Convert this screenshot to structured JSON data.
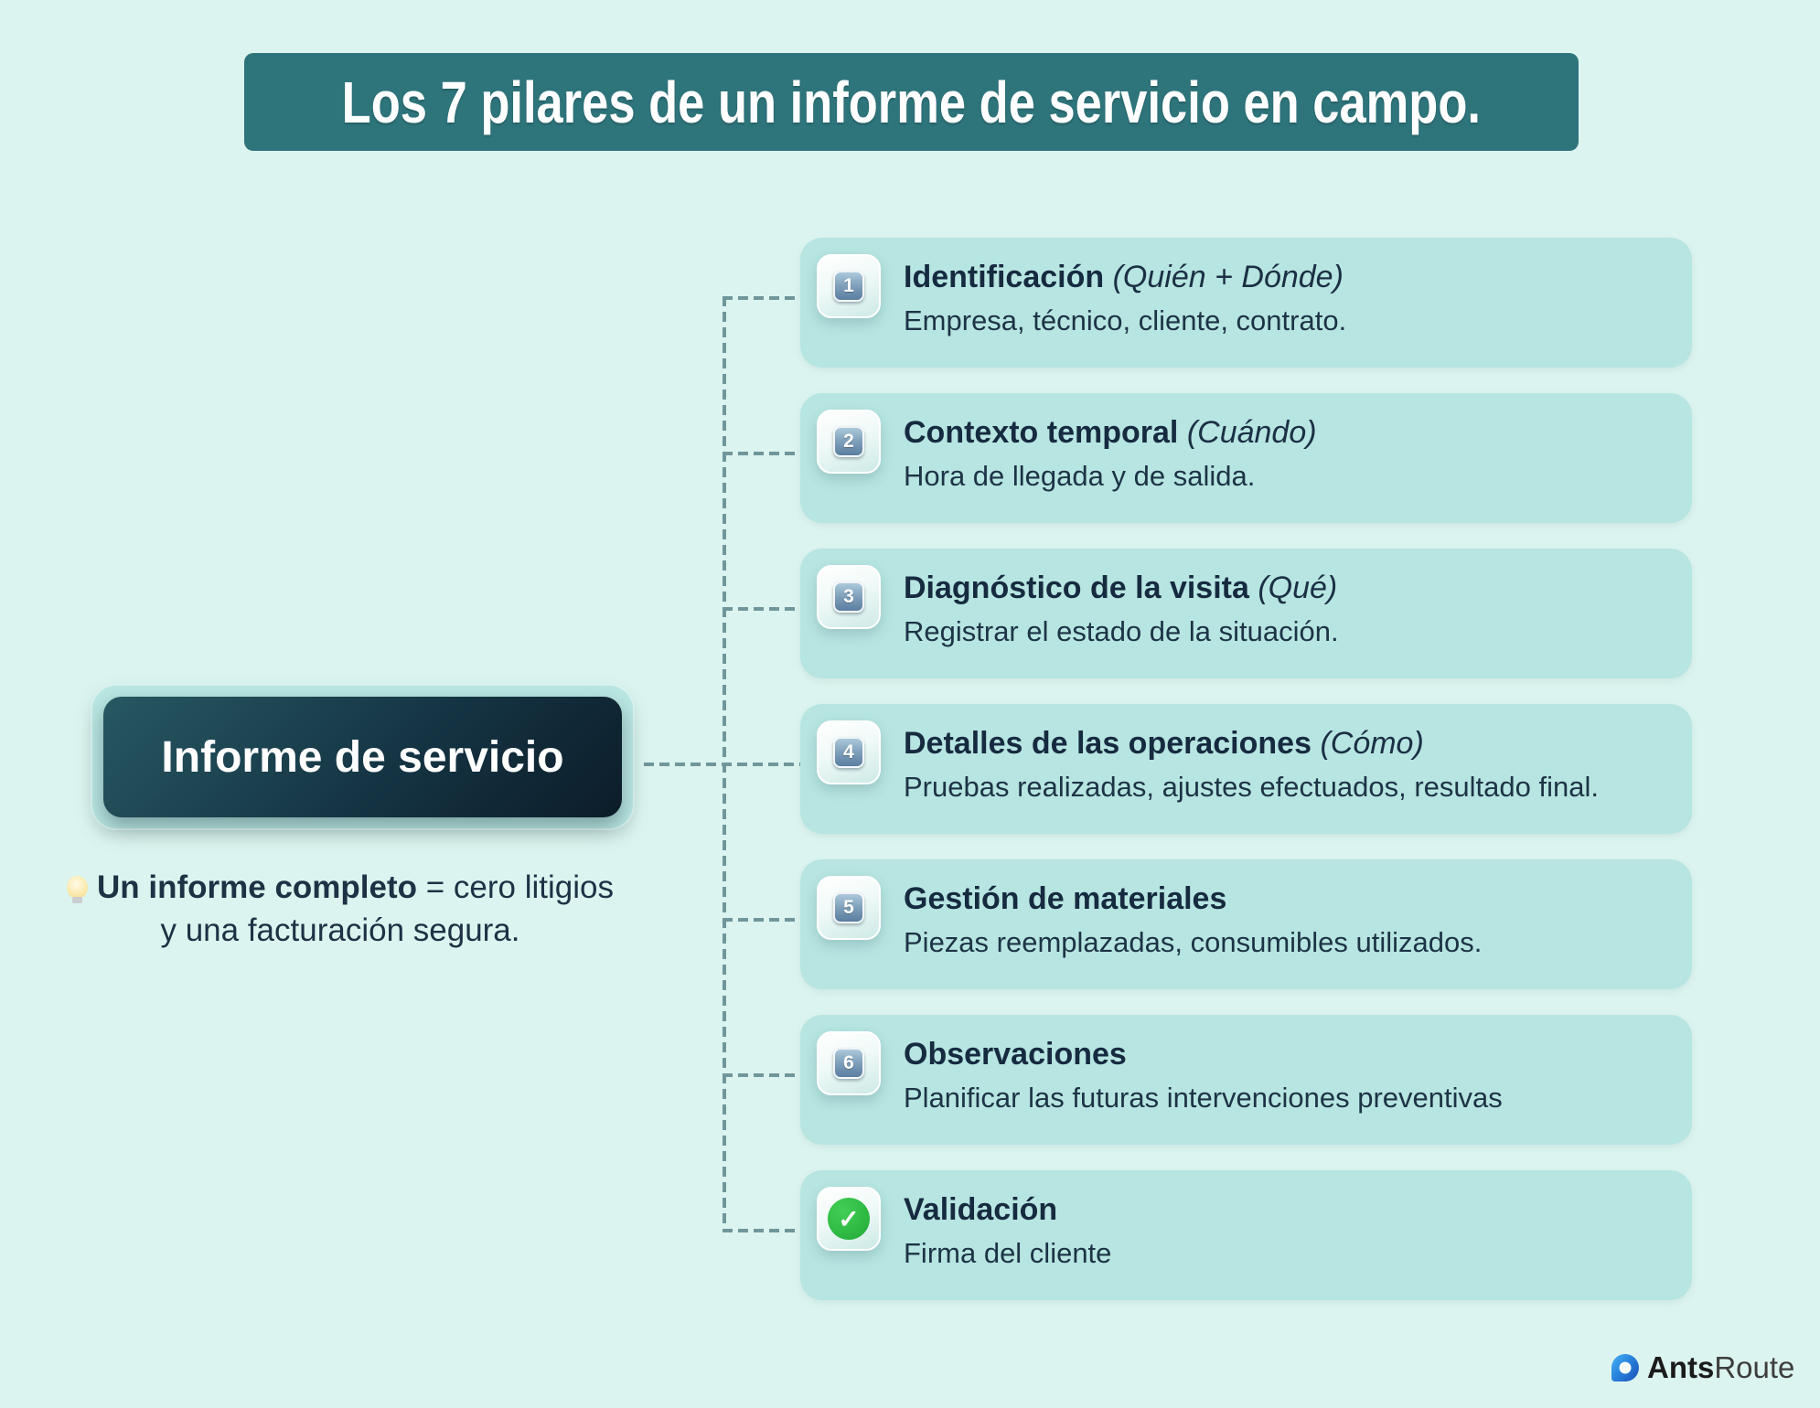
{
  "title": "Los 7 pilares de un informe de servicio en campo.",
  "root": {
    "label": "Informe de servicio"
  },
  "note": {
    "icon": "lightbulb-icon",
    "bold": "Un informe completo",
    "rest": " = cero litigios y una facturación segura."
  },
  "pillars": [
    {
      "num": "1",
      "title": "Identificación",
      "qualifier": "(Quién + Dónde)",
      "description": "Empresa, técnico, cliente, contrato."
    },
    {
      "num": "2",
      "title": "Contexto temporal",
      "qualifier": "(Cuándo)",
      "description": "Hora de llegada y de salida."
    },
    {
      "num": "3",
      "title": "Diagnóstico de la visita",
      "qualifier": "(Qué)",
      "description": "Registrar el estado de la situación."
    },
    {
      "num": "4",
      "title": "Detalles de las operaciones",
      "qualifier": "(Cómo)",
      "description": "Pruebas realizadas, ajustes efectuados, resultado final."
    },
    {
      "num": "5",
      "title": "Gestión de materiales",
      "qualifier": "",
      "description": "Piezas reemplazadas, consumibles utilizados."
    },
    {
      "num": "6",
      "title": "Observaciones",
      "qualifier": "",
      "description": "Planificar las futuras intervenciones preventivas"
    },
    {
      "num": "",
      "title": "Validación",
      "qualifier": "",
      "description": "Firma del cliente",
      "icon": "check-icon"
    }
  ],
  "icons": {
    "check": "✓"
  },
  "logo": {
    "name_bold": "Ants",
    "name_regular": "Route"
  },
  "colors": {
    "background": "#dcf4ef",
    "banner": "#2e747b",
    "card": "#b7e5e1",
    "title_text": "#162a40",
    "body_text": "#1d3346",
    "dash": "#6f969b",
    "keycap_blue": "#5b7ea1",
    "check_green": "#2bb53f",
    "root_gradient_dark": "#0c1c29",
    "logo_blue": "#2a84de"
  }
}
